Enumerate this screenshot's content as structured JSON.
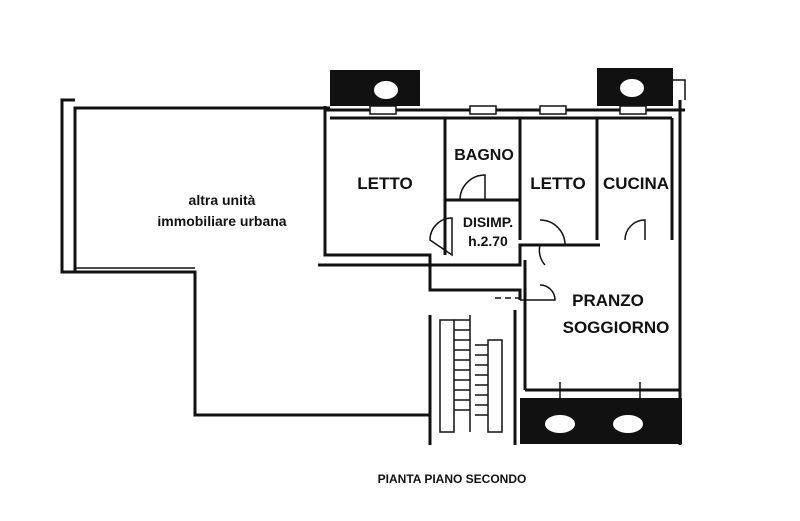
{
  "plan": {
    "neighbor_line1": "altra unità",
    "neighbor_line2": "immobiliare urbana",
    "rooms": {
      "letto1": "LETTO",
      "bagno": "BAGNO",
      "letto2": "LETTO",
      "cucina": "CUCINA",
      "disimp": "DISIMP.",
      "disimp_height": "h.2.70",
      "pranzo": "PRANZO",
      "soggiorno": "SOGGIORNO"
    },
    "caption": "PIANTA PIANO SECONDO"
  }
}
